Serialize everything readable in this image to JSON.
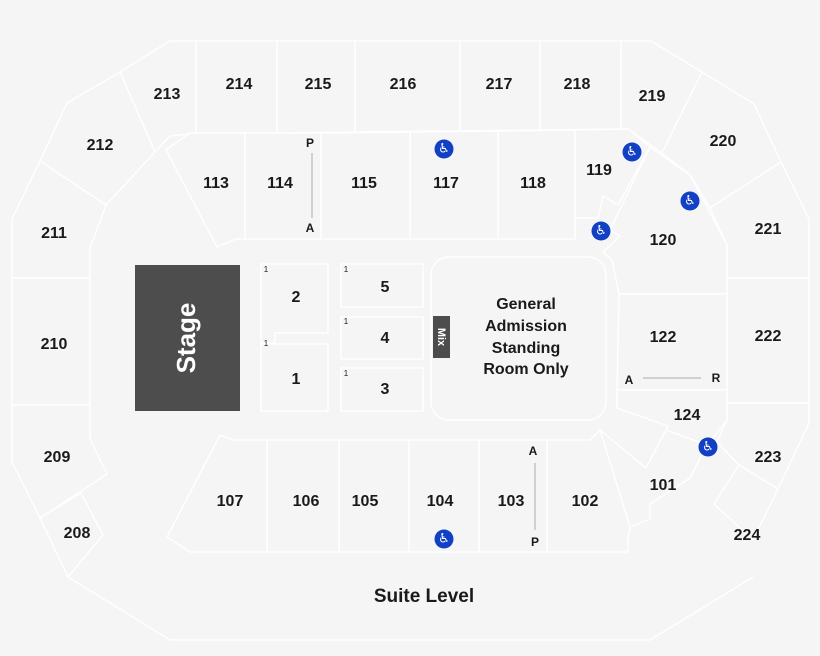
{
  "colors": {
    "background": "#f5f5f5",
    "section_border": "#ffffff",
    "stage": "#4d4d4d",
    "accessible": "#1140c4",
    "label": "#1a1a1a"
  },
  "stage": {
    "label": "Stage"
  },
  "mix": {
    "label": "Mix"
  },
  "general_admission": {
    "lines": [
      "General",
      "Admission",
      "Standing",
      "Room Only"
    ]
  },
  "suite_level": {
    "label": "Suite Level"
  },
  "floor_sections": [
    {
      "id": "1",
      "label": "1",
      "row_marker": "1"
    },
    {
      "id": "2",
      "label": "2",
      "row_marker": "1"
    },
    {
      "id": "3",
      "label": "3",
      "row_marker": "1"
    },
    {
      "id": "4",
      "label": "4",
      "row_marker": "1"
    },
    {
      "id": "5",
      "label": "5",
      "row_marker": "1"
    }
  ],
  "lower_sections": [
    "113",
    "114",
    "115",
    "117",
    "118",
    "119",
    "120",
    "122",
    "124",
    "101",
    "102",
    "103",
    "104",
    "105",
    "106",
    "107"
  ],
  "upper_sections": [
    "213",
    "214",
    "215",
    "216",
    "217",
    "218",
    "219",
    "220",
    "221",
    "222",
    "223",
    "224",
    "208",
    "209",
    "210",
    "211",
    "212"
  ],
  "aisle_markers": {
    "sec114": {
      "top": "P",
      "bottom": "A"
    },
    "sec103": {
      "top": "A",
      "bottom": "P"
    },
    "sec122": {
      "left": "A",
      "right": "R"
    }
  },
  "accessible_icon": {
    "name": "wheelchair-icon",
    "glyph": "♿",
    "count": 6
  },
  "labels": {
    "s101": "101",
    "s102": "102",
    "s103": "103",
    "s104": "104",
    "s105": "105",
    "s106": "106",
    "s107": "107",
    "s113": "113",
    "s114": "114",
    "s115": "115",
    "s117": "117",
    "s118": "118",
    "s119": "119",
    "s120": "120",
    "s122": "122",
    "s124": "124",
    "s208": "208",
    "s209": "209",
    "s210": "210",
    "s211": "211",
    "s212": "212",
    "s213": "213",
    "s214": "214",
    "s215": "215",
    "s216": "216",
    "s217": "217",
    "s218": "218",
    "s219": "219",
    "s220": "220",
    "s221": "221",
    "s222": "222",
    "s223": "223",
    "s224": "224"
  }
}
